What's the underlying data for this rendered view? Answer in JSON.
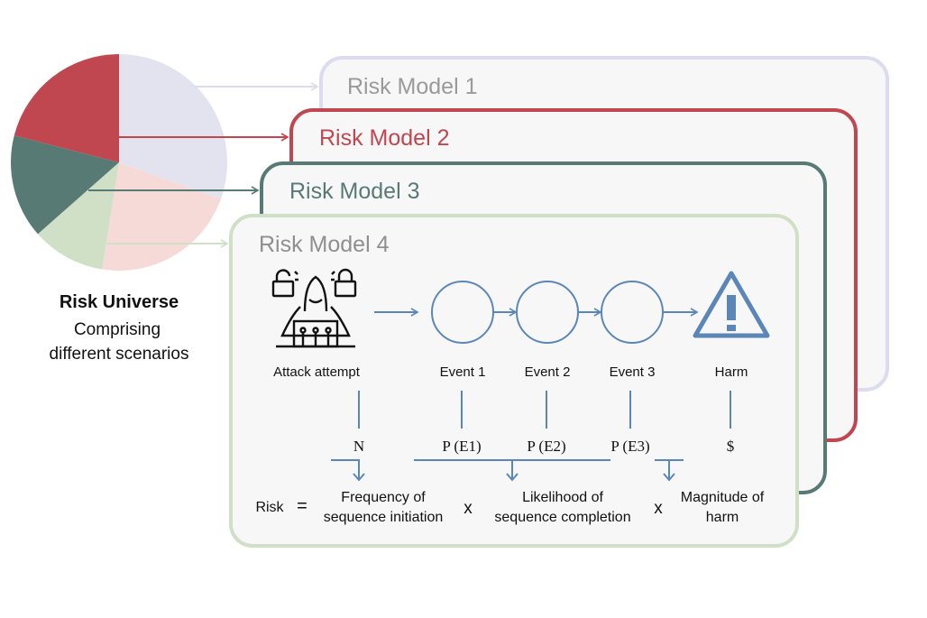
{
  "colors": {
    "flow": "#5b87b8",
    "model1": "#dcdcee",
    "model2": "#c0474f",
    "model3": "#587a75",
    "model4": "#cfe0c6",
    "panel_fill": "#f8f7f8"
  },
  "pie": {
    "slices": [
      {
        "percent": 30.5,
        "color": "#e3e3f0"
      },
      {
        "percent": 22,
        "color": "#f6dad7"
      },
      {
        "percent": 11,
        "color": "#cfe0c6"
      },
      {
        "percent": 15.5,
        "color": "#587a75"
      },
      {
        "percent": 21,
        "color": "#c0474f"
      }
    ],
    "title": "Risk Universe",
    "subtitle_line1": "Comprising",
    "subtitle_line2": "different scenarios"
  },
  "models": [
    {
      "title": "Risk Model 1",
      "title_color": "#9a9a9a"
    },
    {
      "title": "Risk Model 2",
      "title_color": "#c0474f"
    },
    {
      "title": "Risk Model 3",
      "title_color": "#587a75"
    },
    {
      "title": "Risk Model 4",
      "title_color": "#8f8f8f"
    }
  ],
  "flow": {
    "icons": {
      "attack": "hacker-icon",
      "event": "circle-icon",
      "harm": "warning-triangle-icon"
    },
    "attack_label": "Attack attempt",
    "events": [
      "Event 1",
      "Event 2",
      "Event 3"
    ],
    "harm_label": "Harm",
    "symbols": {
      "n": "N",
      "pe1": "P (E1)",
      "pe2": "P (E2)",
      "pe3": "P (E3)",
      "dollar": "$"
    }
  },
  "formula": {
    "risk": "Risk",
    "equals": "=",
    "term1_line1": "Frequency of",
    "term1_line2": "sequence initiation",
    "times1": "x",
    "term2_line1": "Likelihood of",
    "term2_line2": "sequence completion",
    "times2": "x",
    "term3_line1": "Magnitude of",
    "term3_line2": "harm"
  }
}
